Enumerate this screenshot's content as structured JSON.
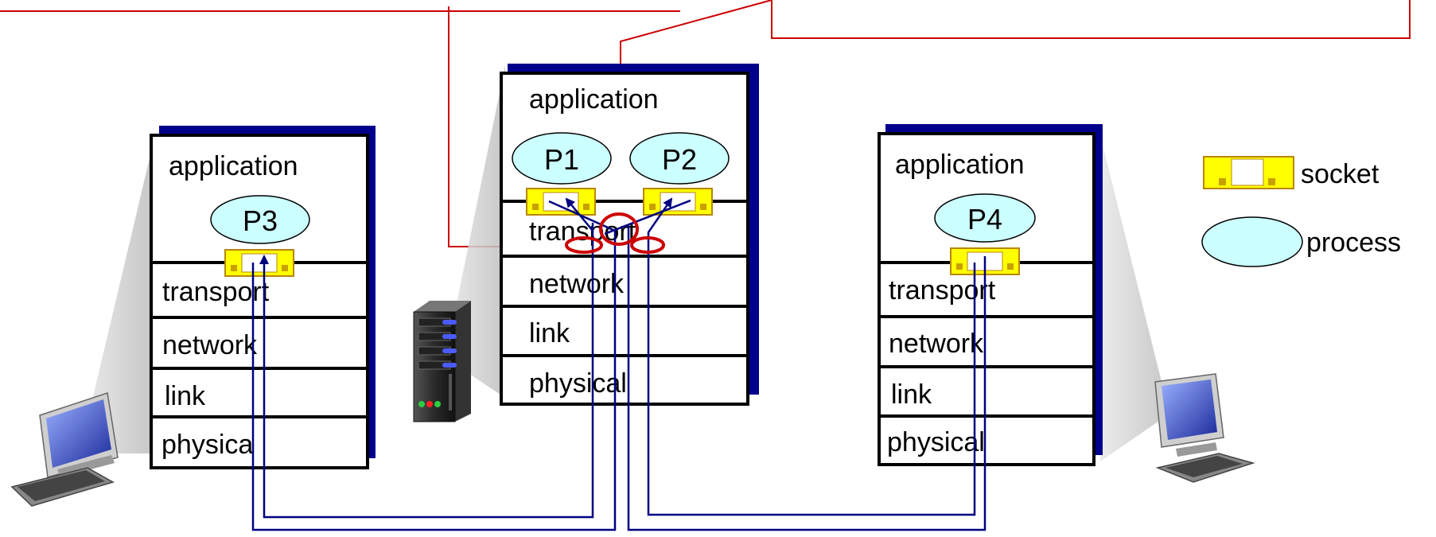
{
  "hosts": {
    "left": {
      "layers": [
        "application",
        "transport",
        "network",
        "link",
        "physica"
      ],
      "process": "P3"
    },
    "server": {
      "layers": [
        "application",
        "transport",
        "network",
        "link",
        "physical"
      ],
      "processes": [
        "P1",
        "P2"
      ]
    },
    "right": {
      "layers": [
        "application",
        "transport",
        "network",
        "link",
        "physical"
      ],
      "process": "P4"
    }
  },
  "legend": {
    "socket_label": "socket",
    "process_label": "process"
  },
  "colors": {
    "stack_shadow": "#00008b",
    "socket_fill": "#ffff00",
    "socket_border": "#b8860b",
    "process_fill": "#ccffff",
    "flow_line": "#000080",
    "demux_annotation": "#cc0000"
  },
  "icons": {
    "left_host": "desktop-computer-icon",
    "server": "server-tower-icon",
    "right_host": "desktop-computer-icon"
  }
}
